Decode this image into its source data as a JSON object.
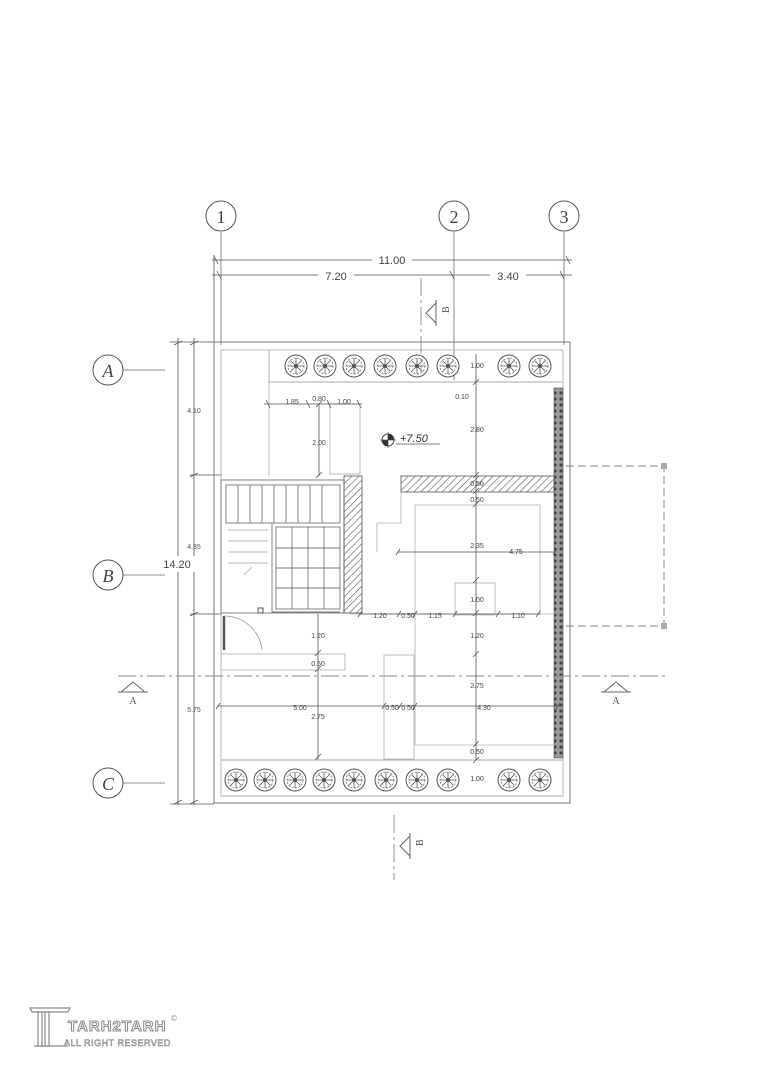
{
  "grid": {
    "vertical_labels": [
      "1",
      "2",
      "3"
    ],
    "horizontal_labels": [
      "A",
      "B",
      "C"
    ]
  },
  "top_dims": {
    "overall": "11.00",
    "left_span": "7.20",
    "right_span": "3.40"
  },
  "left_dims": {
    "overall": "14.20",
    "a_to_b": "4.10",
    "b_to_mid": "4.35",
    "mid_to_c": "5.75"
  },
  "level_mark": "+7.50",
  "section_marks": {
    "a": "A",
    "b": "B"
  },
  "interior_dims": [
    "1.85",
    "0.80",
    "1.00",
    "2.00",
    "1.00",
    "0.10",
    "2.80",
    "0.50",
    "0.50",
    "2.35",
    "4.75",
    "1.00",
    "1.20",
    "0.50",
    "1.15",
    "1.10",
    "1.20",
    "1.20",
    "0.50",
    "2.75",
    "5.00",
    "2.75",
    "0.50",
    "0.50",
    "4.30",
    "0.50",
    "1.00"
  ],
  "logo": {
    "brand": "TARH2TARH",
    "rights": "ALL RIGHT RESERVED",
    "copyright": "©"
  },
  "colors": {
    "line": "#6e6e6e",
    "light_line": "#b5b5b5",
    "hatch": "#8c8c8c"
  }
}
